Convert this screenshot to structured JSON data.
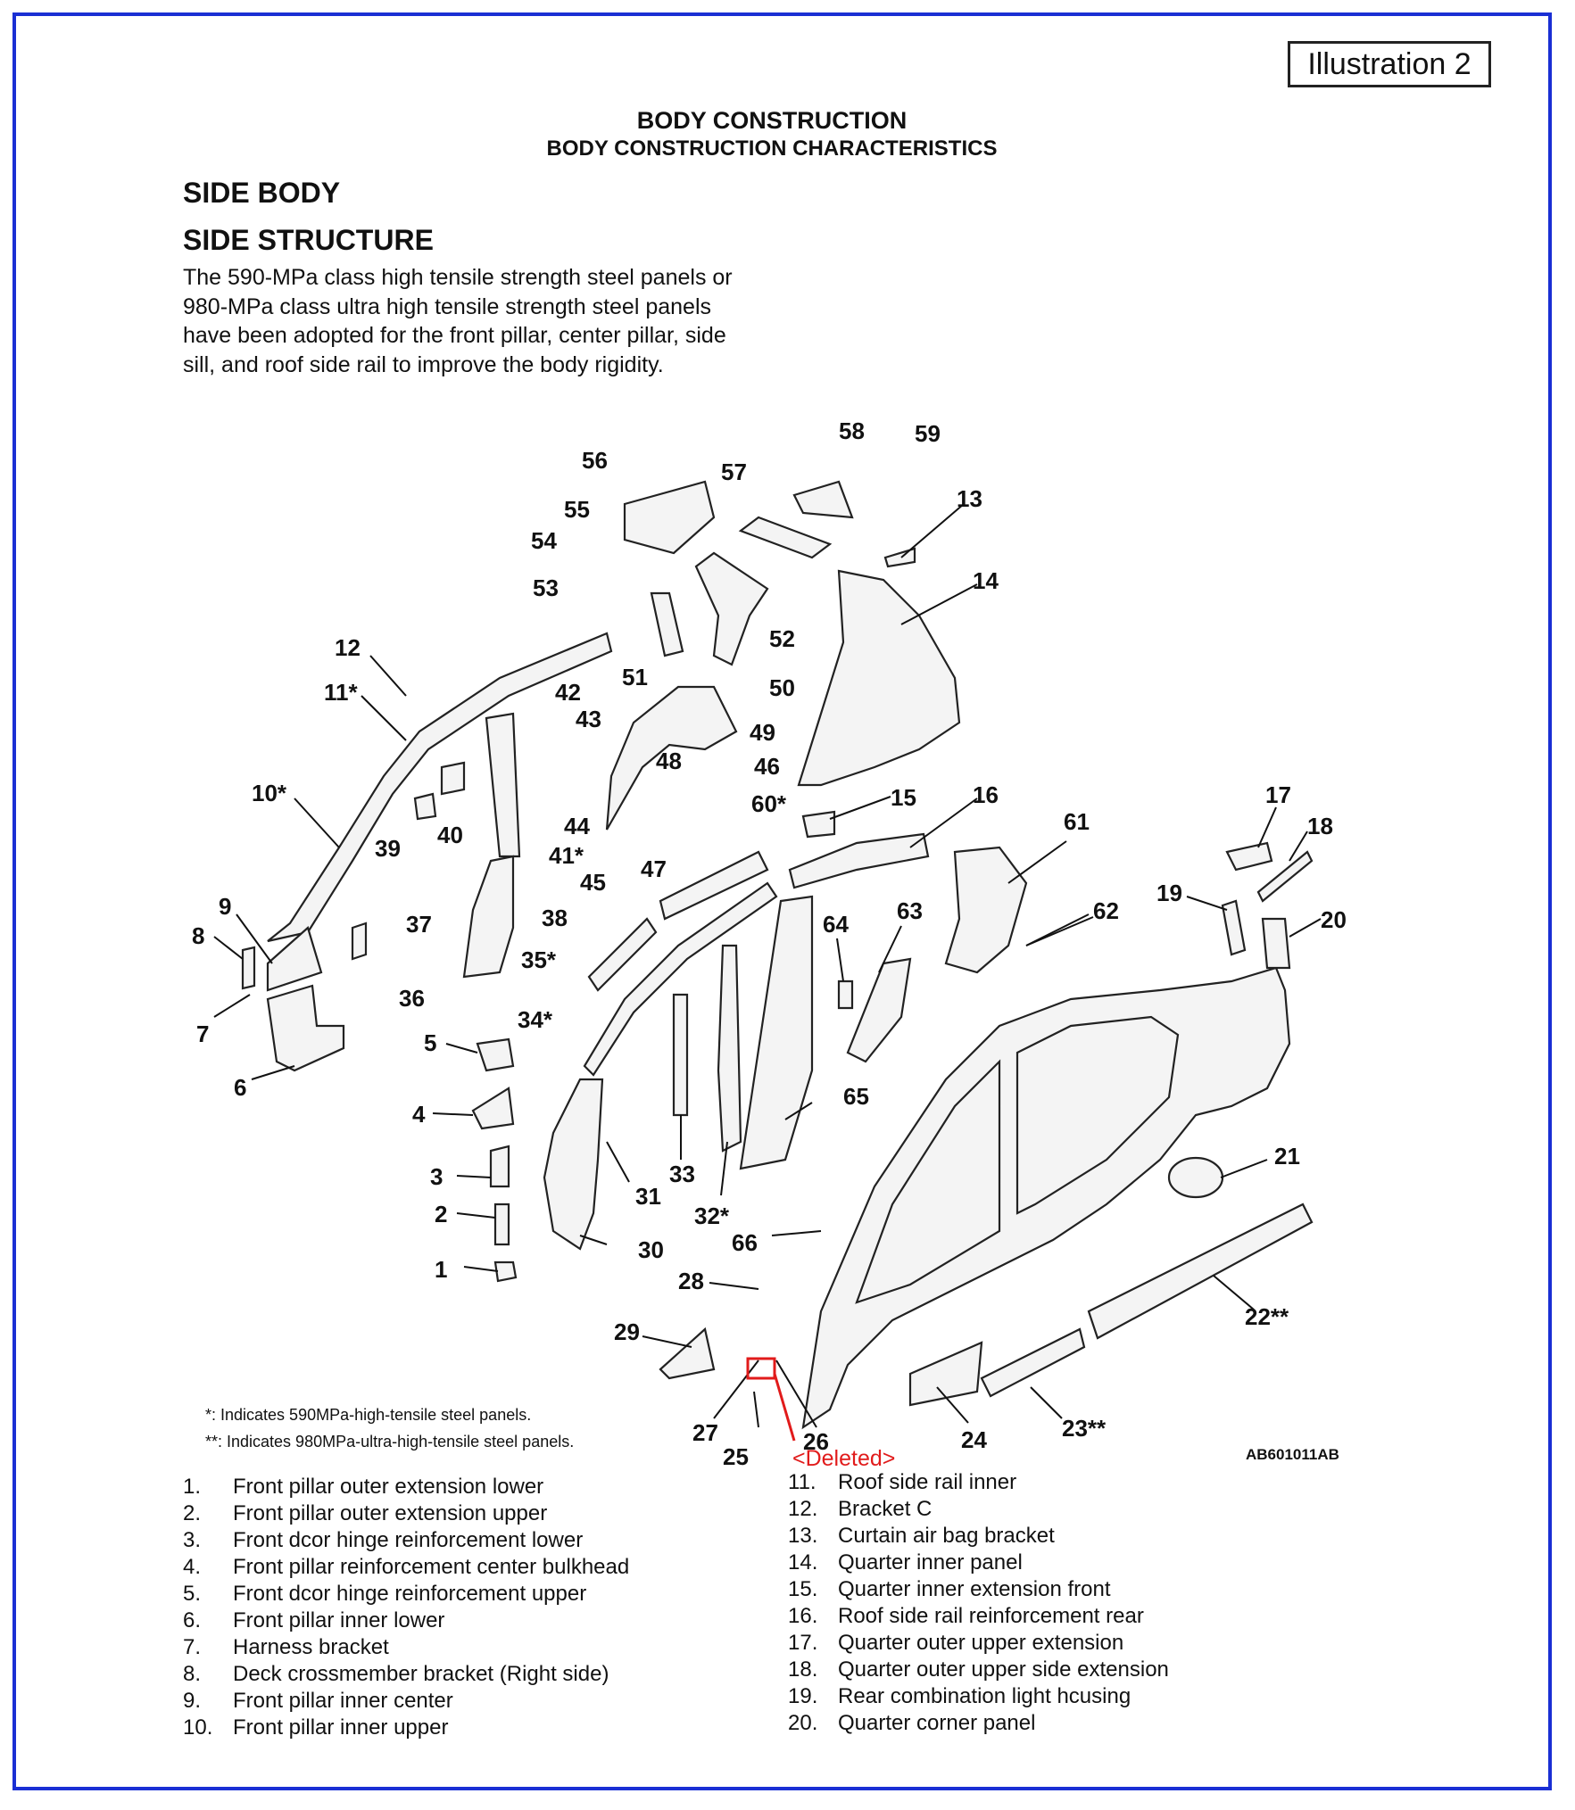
{
  "header": {
    "illustration_label": "Illustration 2",
    "title": "BODY CONSTRUCTION",
    "subtitle": "BODY CONSTRUCTION CHARACTERISTICS"
  },
  "section": {
    "heading1": "SIDE BODY",
    "heading2": "SIDE STRUCTURE",
    "intro": "The 590-MPa class high tensile strength steel panels or 980-MPa class ultra high tensile strength steel panels have been adopted for the front pillar, center pillar, side sill, and roof side rail to improve the body rigidity."
  },
  "diagram": {
    "code": "AB601011AB",
    "deleted_label": "<Deleted>",
    "accent_color": "#e11b1b",
    "callouts": [
      "1",
      "2",
      "3",
      "4",
      "5",
      "6",
      "7",
      "8",
      "9",
      "10*",
      "11*",
      "12",
      "13",
      "14",
      "15",
      "16",
      "17",
      "18",
      "19",
      "20",
      "21",
      "22**",
      "23**",
      "24",
      "25",
      "26",
      "27",
      "28",
      "29",
      "30",
      "31",
      "32*",
      "33",
      "34*",
      "35*",
      "36",
      "37",
      "38",
      "39",
      "40",
      "41*",
      "42",
      "43",
      "44",
      "45",
      "46",
      "47",
      "48",
      "49",
      "50",
      "51",
      "52",
      "53",
      "54",
      "55",
      "56",
      "57",
      "58",
      "59",
      "60*",
      "61",
      "62",
      "63",
      "64",
      "65",
      "66"
    ]
  },
  "notes": {
    "note1": "*: Indicates 590MPa-high-tensile steel panels.",
    "note2": "**: Indicates 980MPa-ultra-high-tensile steel panels."
  },
  "legend_left": [
    {
      "num": "1.",
      "label": "Front pillar outer extension lower"
    },
    {
      "num": "2.",
      "label": "Front pillar outer extension upper"
    },
    {
      "num": "3.",
      "label": "Front dcor hinge reinforcement lower"
    },
    {
      "num": "4.",
      "label": "Front pillar reinforcement center bulkhead"
    },
    {
      "num": "5.",
      "label": "Front dcor hinge reinforcement upper"
    },
    {
      "num": "6.",
      "label": "Front pillar inner lower"
    },
    {
      "num": "7.",
      "label": "Harness bracket"
    },
    {
      "num": "8.",
      "label": "Deck crossmember bracket (Right side)"
    },
    {
      "num": "9.",
      "label": "Front pillar inner center"
    },
    {
      "num": "10.",
      "label": "Front pillar inner upper"
    }
  ],
  "legend_right": [
    {
      "num": "11.",
      "label": "Roof side rail inner"
    },
    {
      "num": "12.",
      "label": "Bracket C"
    },
    {
      "num": "13.",
      "label": "Curtain air bag bracket"
    },
    {
      "num": "14.",
      "label": "Quarter inner panel"
    },
    {
      "num": "15.",
      "label": "Quarter inner extension front"
    },
    {
      "num": "16.",
      "label": "Roof side rail reinforcement rear"
    },
    {
      "num": "17.",
      "label": "Quarter outer upper extension"
    },
    {
      "num": "18.",
      "label": "Quarter outer upper side extension"
    },
    {
      "num": "19.",
      "label": "Rear combination light hcusing"
    },
    {
      "num": "20.",
      "label": "Quarter corner panel"
    }
  ]
}
